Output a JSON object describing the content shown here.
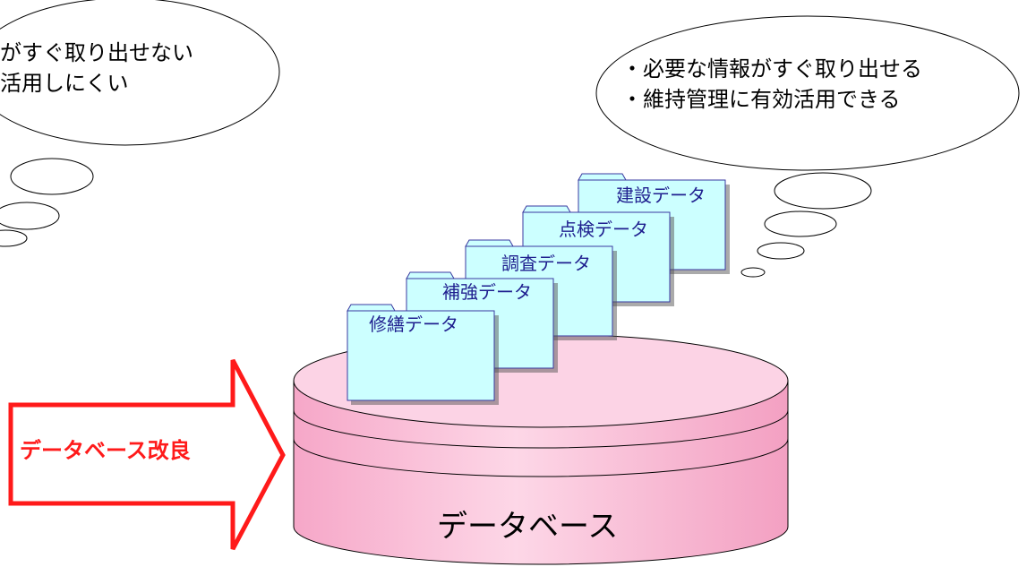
{
  "left_bubble": {
    "lines": [
      "がすぐ取り出せない",
      "活用しにくい"
    ]
  },
  "right_bubble": {
    "lines": [
      "・必要な情報がすぐ取り出せる",
      "・維持管理に有効活用できる"
    ]
  },
  "folders": [
    {
      "label": "修繕データ"
    },
    {
      "label": "補強データ"
    },
    {
      "label": "調査データ"
    },
    {
      "label": "点検データ"
    },
    {
      "label": "建設データ"
    }
  ],
  "arrow": {
    "label": "データベース改良",
    "color": "#ff1a1a"
  },
  "database": {
    "label": "データベース",
    "color": "#fbc4dc"
  },
  "colors": {
    "folder_fill": "#ccffff",
    "folder_stroke": "#3a3aa0",
    "db_fill": "#fbc4dc"
  }
}
